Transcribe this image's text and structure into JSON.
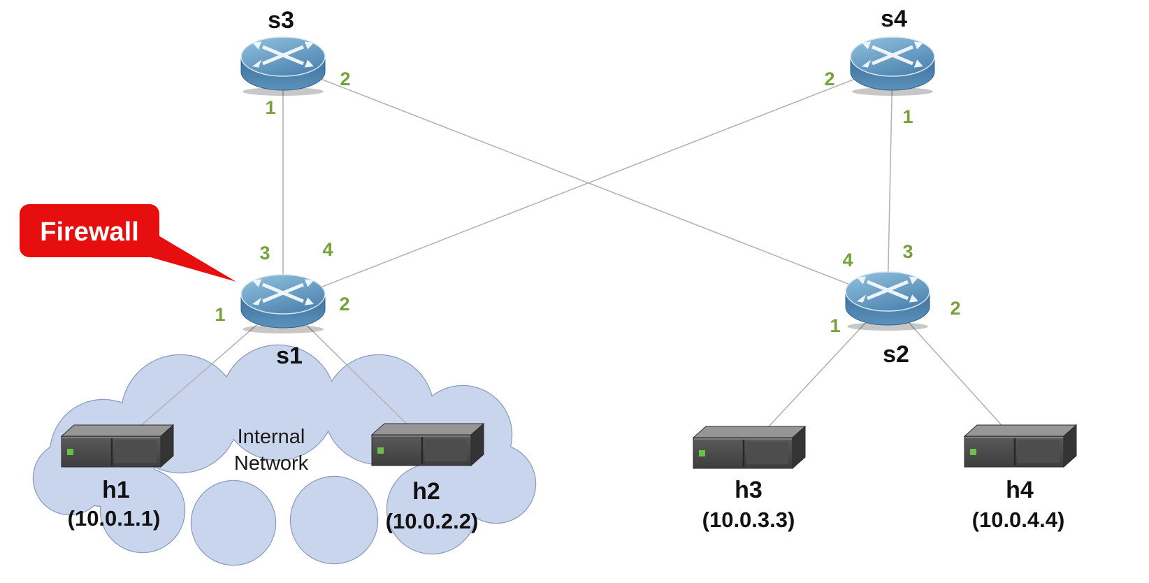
{
  "diagram": {
    "callout": {
      "label": "Firewall"
    },
    "cloud": {
      "line1": "Internal",
      "line2": "Network"
    },
    "switches": {
      "s1": {
        "label": "s1"
      },
      "s2": {
        "label": "s2"
      },
      "s3": {
        "label": "s3"
      },
      "s4": {
        "label": "s4"
      }
    },
    "hosts": {
      "h1": {
        "label": "h1",
        "ip": "(10.0.1.1)"
      },
      "h2": {
        "label": "h2",
        "ip": "(10.0.2.2)"
      },
      "h3": {
        "label": "h3",
        "ip": "(10.0.3.3)"
      },
      "h4": {
        "label": "h4",
        "ip": "(10.0.4.4)"
      }
    },
    "ports": {
      "s3_1": "1",
      "s3_2": "2",
      "s4_1": "1",
      "s4_2": "2",
      "s1_1": "1",
      "s1_2": "2",
      "s1_3": "3",
      "s1_4": "4",
      "s2_1": "1",
      "s2_2": "2",
      "s2_3": "3",
      "s2_4": "4"
    },
    "links": [
      {
        "from": "s3:1",
        "to": "s1:3"
      },
      {
        "from": "s3:2",
        "to": "s2:4"
      },
      {
        "from": "s4:2",
        "to": "s1:4"
      },
      {
        "from": "s4:1",
        "to": "s2:3"
      },
      {
        "from": "s1:1",
        "to": "h1"
      },
      {
        "from": "s1:2",
        "to": "h2"
      },
      {
        "from": "s2:1",
        "to": "h3"
      },
      {
        "from": "s2:2",
        "to": "h4"
      }
    ],
    "colors": {
      "port_label": "#76a23e",
      "callout_bg": "#e60e0e",
      "cloud_fill": "#c9d5ec",
      "cloud_stroke": "#8a9cc0",
      "link": "#b4b4b4",
      "router_blue": "#4f86b2",
      "server_gray": "#4a4a4a",
      "led_green": "#6cc04a"
    }
  }
}
